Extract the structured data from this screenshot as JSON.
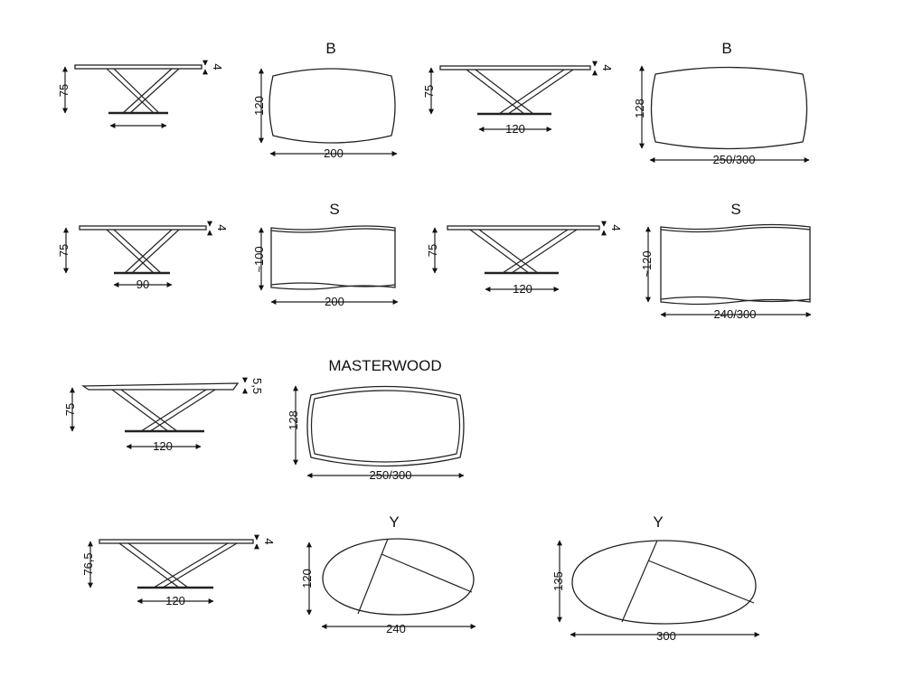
{
  "row1": {
    "side1": {
      "height": "75",
      "thickness": "4"
    },
    "plan1": {
      "title": "B",
      "depth": "120",
      "width": "200"
    },
    "side2": {
      "height": "75",
      "thickness": "4",
      "base": "120"
    },
    "plan2": {
      "title": "B",
      "depth": "128",
      "width": "250/300"
    }
  },
  "row2": {
    "side1": {
      "height": "75",
      "thickness": "4",
      "base": "90"
    },
    "plan1": {
      "title": "S",
      "depth": "~100",
      "width": "200"
    },
    "side2": {
      "height": "75",
      "thickness": "4",
      "base": "120"
    },
    "plan2": {
      "title": "S",
      "depth": "~120",
      "width": "240/300"
    }
  },
  "row3": {
    "side1": {
      "height": "75",
      "thickness": "5,5",
      "base": "120"
    },
    "plan1": {
      "title": "MASTERWOOD",
      "depth": "128",
      "width": "250/300"
    }
  },
  "row4": {
    "side1": {
      "height": "76,5",
      "thickness": "4",
      "base": "120"
    },
    "plan1": {
      "title": "Y",
      "depth": "120",
      "width": "240"
    },
    "plan2": {
      "title": "Y",
      "depth": "135",
      "width": "300"
    }
  }
}
